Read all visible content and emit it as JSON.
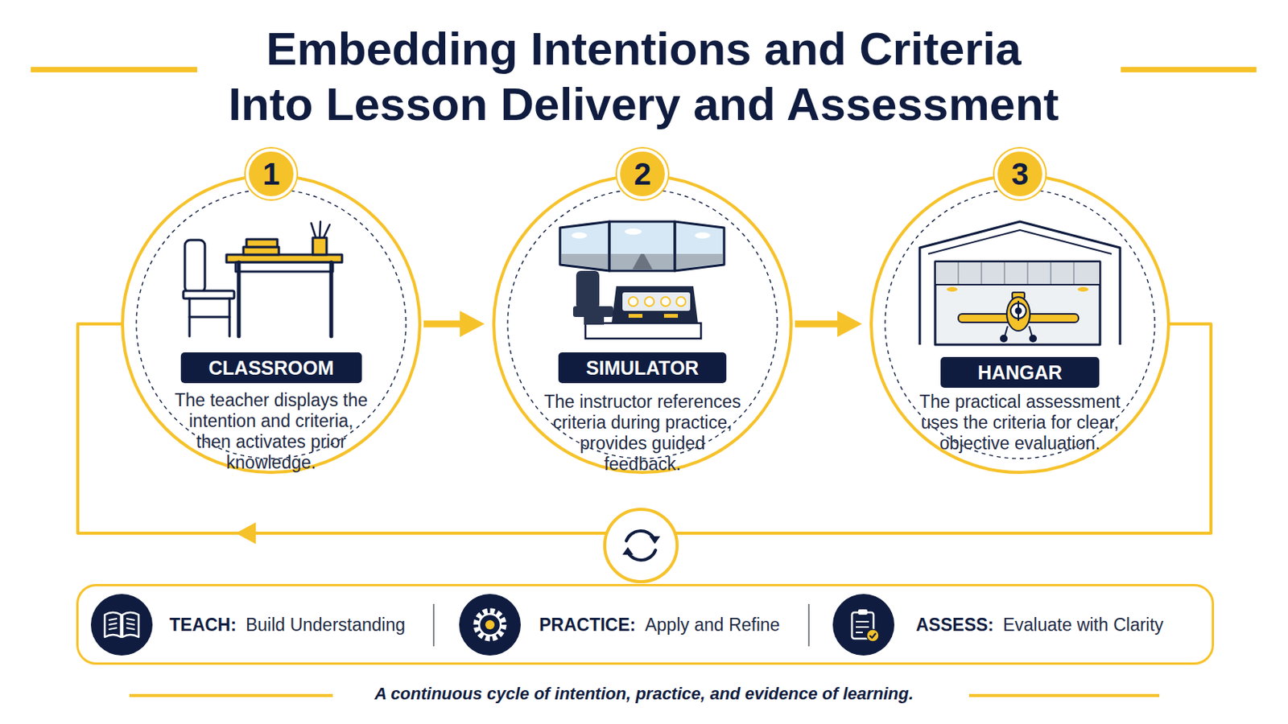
{
  "diagram": {
    "title": "Embedding Intentions and Criteria Into Lesson Delivery and Assessment",
    "caption": "A continuous cycle of intention, practice, and evidence of learning.",
    "nodes": [
      {
        "text": [
          "1",
          "CLASSROOM",
          "The teacher displays the intention and criteria, then activates prior knowledge."
        ]
      },
      {
        "text": [
          "2",
          "SIMULATOR",
          "The instructor references criteria during practice, provides guided feedback."
        ]
      },
      {
        "text": [
          "3",
          "HANGAR",
          "The practical assessment uses the criteria for clear, objective evaluation."
        ]
      },
      {
        "text": [
          "TEACH:",
          "Build Understanding",
          "PRACTICE:",
          "Apply and Refine",
          "ASSESS:",
          "Evaluate with Clarity"
        ]
      }
    ],
    "edges": [
      {
        "from": 0,
        "to": 1,
        "arrow": "to"
      },
      {
        "from": 1,
        "to": 2,
        "arrow": "to"
      },
      {
        "from": 2,
        "to": 0,
        "arrow": "to"
      }
    ]
  }
}
